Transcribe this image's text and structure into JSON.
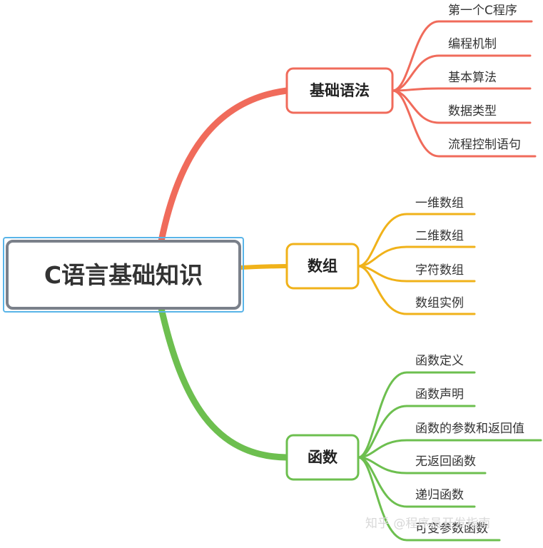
{
  "root": {
    "label": "C语言基础知识"
  },
  "branches": [
    {
      "label": "基础语法",
      "color": "#f06b5b",
      "children": [
        "第一个C程序",
        "编程机制",
        "基本算法",
        "数据类型",
        "流程控制语句"
      ]
    },
    {
      "label": "数组",
      "color": "#f0b21a",
      "children": [
        "一维数组",
        "二维数组",
        "字符数组",
        "数组实例"
      ]
    },
    {
      "label": "函数",
      "color": "#6dbf4f",
      "children": [
        "函数定义",
        "函数声明",
        "函数的参数和返回值",
        "无返回函数",
        "递归函数",
        "可变参数函数"
      ]
    }
  ],
  "watermark": "知乎 @程序员开发指南",
  "colors": {
    "root_border": "#7a808a",
    "root_highlight": "#59b4e8",
    "watermark": "#d8d8d8"
  }
}
